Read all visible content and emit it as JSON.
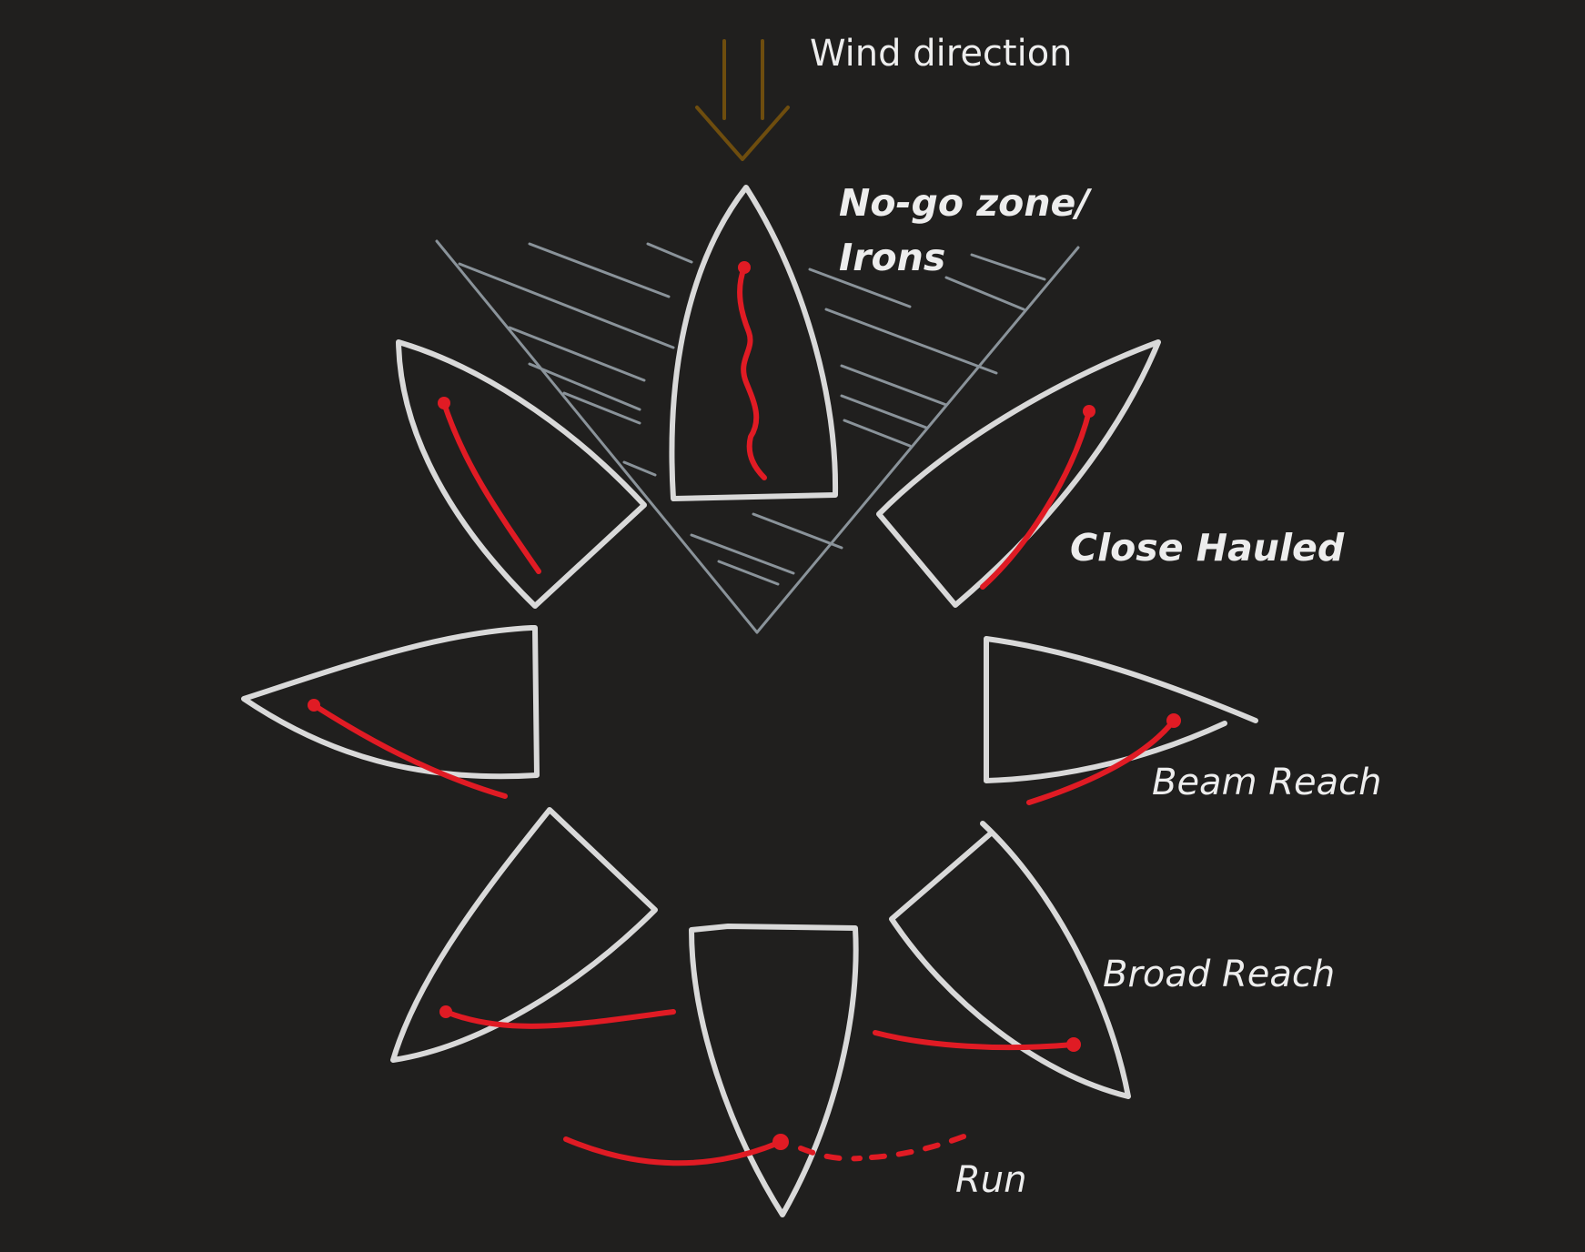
{
  "labels": {
    "wind_direction": "Wind direction",
    "no_go_line1": "No-go zone/",
    "no_go_line2": "Irons",
    "close_hauled": "Close Hauled",
    "beam_reach": "Beam Reach",
    "broad_reach": "Broad Reach",
    "run": "Run"
  },
  "colors": {
    "background": "#201f1e",
    "boat_outline": "#d9d9d9",
    "sail": "#e01b24",
    "no_go_hatch": "#8a939a",
    "wind_arrow": "#6e4d0e",
    "text": "#ededed"
  }
}
